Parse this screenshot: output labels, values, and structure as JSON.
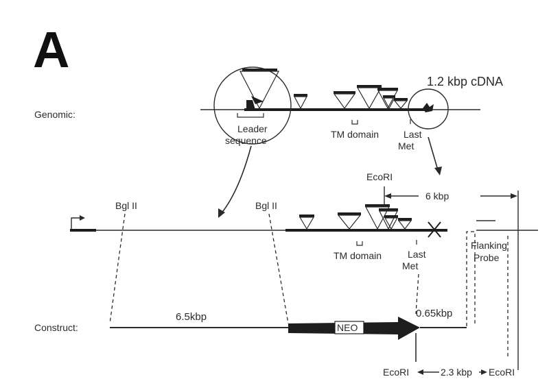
{
  "panel_label": "A",
  "genomic": {
    "row_label": "Genomic:",
    "cdna_label": "1.2 kbp cDNA",
    "leader_label_1": "Leader",
    "leader_label_2": "sequence",
    "tm_label": "TM domain",
    "last_met_1": "Last",
    "last_met_2": "Met"
  },
  "locus": {
    "bgl_left": "Bgl II",
    "bgl_right": "Bgl II",
    "ecori_top": "EcoRI",
    "span_label": "6  kbp",
    "tm_label": "TM domain",
    "last_met_1": "Last",
    "last_met_2": "Met",
    "flanking_1": "Flanking",
    "flanking_2": "Probe"
  },
  "construct": {
    "row_label": "Construct:",
    "left_arm": "6.5kbp",
    "neo": "NEO",
    "right_arm": "0.65kbp",
    "ecori_left": "EcoRI",
    "fragment": "2.3  kbp",
    "ecori_right": "EcoRI"
  },
  "colors": {
    "ink": "#2a2a2a",
    "heavy": "#1e1e1e"
  }
}
